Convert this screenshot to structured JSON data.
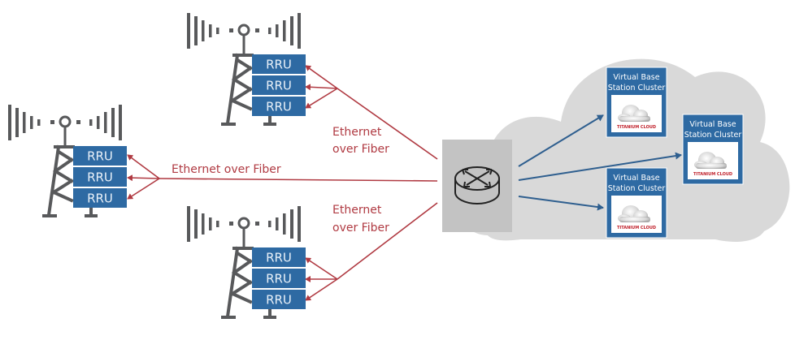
{
  "diagram": {
    "title": "C-RAN with Ethernet over Fiber fronthaul to virtual base station clusters",
    "colors": {
      "rru_fill": "#2e6aa3",
      "rru_text": "#e8f0f8",
      "tower": "#58595b",
      "fiber_link": "#b03a42",
      "cloud_link": "#2f5f8f",
      "cloud": "#d9d9d9",
      "router_box": "#c3c3c3",
      "vbs_fill": "#2e6aa3"
    },
    "towers": [
      {
        "id": "tower-left",
        "rrus": [
          "RRU",
          "RRU",
          "RRU"
        ]
      },
      {
        "id": "tower-top",
        "rrus": [
          "RRU",
          "RRU",
          "RRU"
        ]
      },
      {
        "id": "tower-bottom",
        "rrus": [
          "RRU",
          "RRU",
          "RRU"
        ]
      }
    ],
    "links": [
      {
        "id": "link-top",
        "label_line1": "Ethernet",
        "label_line2": "over Fiber"
      },
      {
        "id": "link-left",
        "label": "Ethernet over Fiber"
      },
      {
        "id": "link-bottom",
        "label_line1": "Ethernet",
        "label_line2": "over Fiber"
      }
    ],
    "router": {
      "icon": "router-icon"
    },
    "clusters": [
      {
        "id": "cluster-top",
        "line1": "Virtual Base",
        "line2": "Station Cluster",
        "logo": "TITANIUM CLOUD"
      },
      {
        "id": "cluster-right",
        "line1": "Virtual Base",
        "line2": "Station Cluster",
        "logo": "TITANIUM CLOUD"
      },
      {
        "id": "cluster-bottom",
        "line1": "Virtual Base",
        "line2": "Station Cluster",
        "logo": "TITANIUM CLOUD"
      }
    ]
  }
}
